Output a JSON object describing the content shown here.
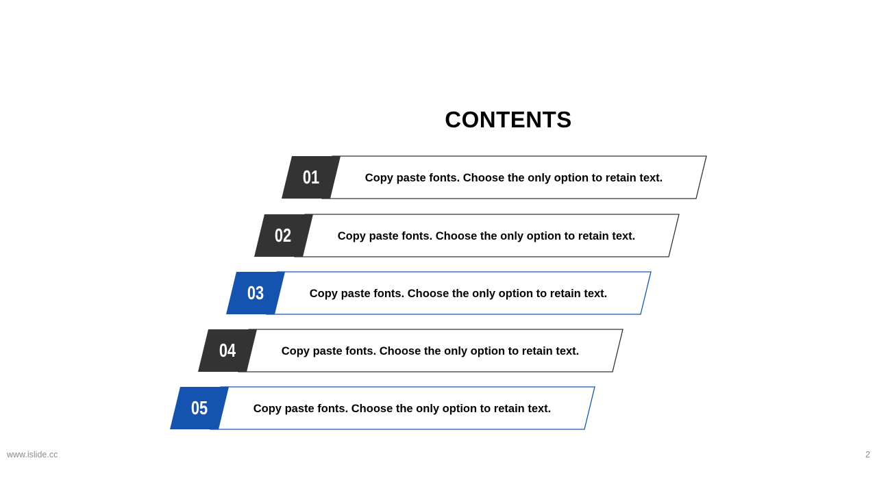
{
  "slide": {
    "title": "CONTENTS",
    "items": [
      {
        "number": "01",
        "text": "Copy paste fonts. Choose the only option to retain text.",
        "color": "#1553b0"
      },
      {
        "number": "02",
        "text": "Copy paste fonts. Choose the only option to retain text.",
        "color": "#333333"
      },
      {
        "number": "03",
        "text": "Copy paste fonts. Choose the only option to retain text.",
        "color": "#1553b0"
      },
      {
        "number": "04",
        "text": "Copy paste fonts. Choose the only option to retain text.",
        "color": "#333333"
      },
      {
        "number": "05",
        "text": "Copy paste fonts. Choose the only option to retain text.",
        "color": "#1553b0"
      }
    ]
  },
  "footer": {
    "url": "www.islide.cc",
    "page_number": "2"
  }
}
